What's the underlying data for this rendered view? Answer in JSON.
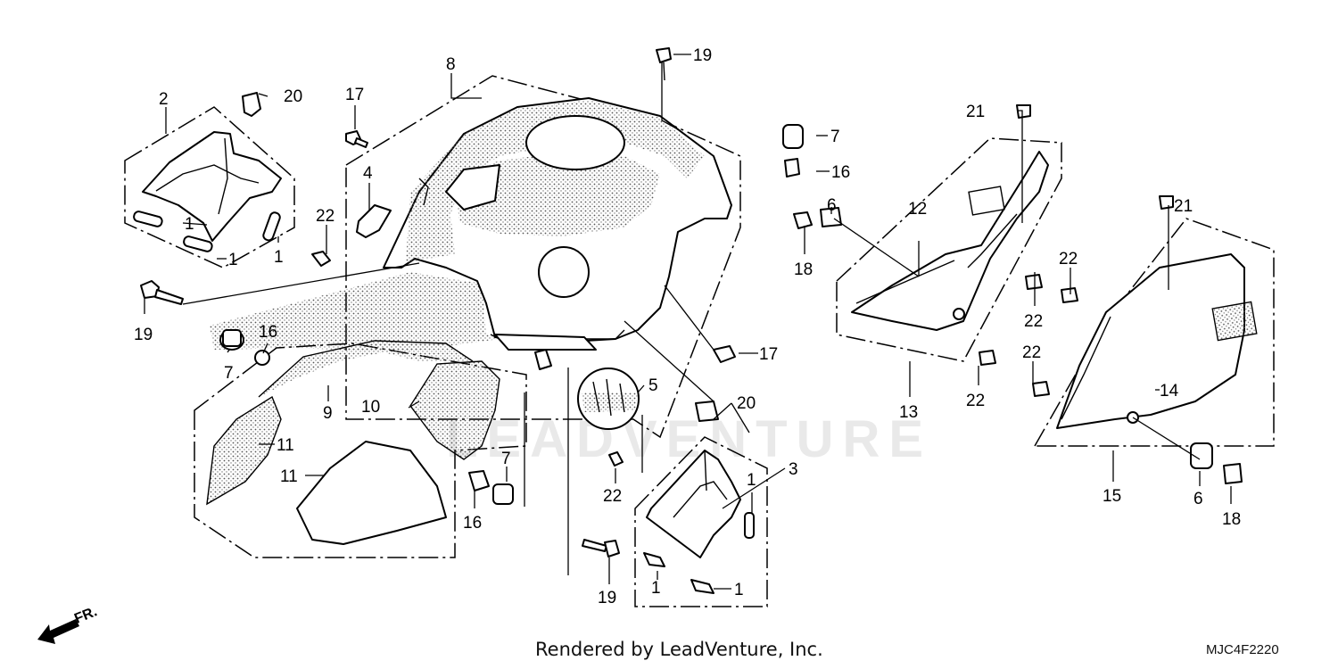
{
  "diagram": {
    "footer": "Rendered by LeadVenture, Inc.",
    "code": "MJC4F2220",
    "watermark": "LEADVENTURE",
    "direction_label": "FR.",
    "callouts": {
      "c1a": "1",
      "c1b": "1",
      "c1c": "1",
      "c1d": "1",
      "c1e": "1",
      "c1f": "1",
      "c2": "2",
      "c3": "3",
      "c4": "4",
      "c5": "5",
      "c6a": "6",
      "c6b": "6",
      "c7a": "7",
      "c7b": "7",
      "c7c": "7",
      "c8": "8",
      "c9": "9",
      "c10": "10",
      "c11a": "11",
      "c11b": "11",
      "c12": "12",
      "c13": "13",
      "c14": "14",
      "c15": "15",
      "c16a": "16",
      "c16b": "16",
      "c16c": "16",
      "c17a": "17",
      "c17b": "17",
      "c18a": "18",
      "c18b": "18",
      "c19a": "19",
      "c19b": "19",
      "c19c": "19",
      "c20a": "20",
      "c20b": "20",
      "c21a": "21",
      "c21b": "21",
      "c22a": "22",
      "c22b": "22",
      "c22c": "22",
      "c22d": "22",
      "c22e": "22",
      "c22f": "22"
    }
  }
}
